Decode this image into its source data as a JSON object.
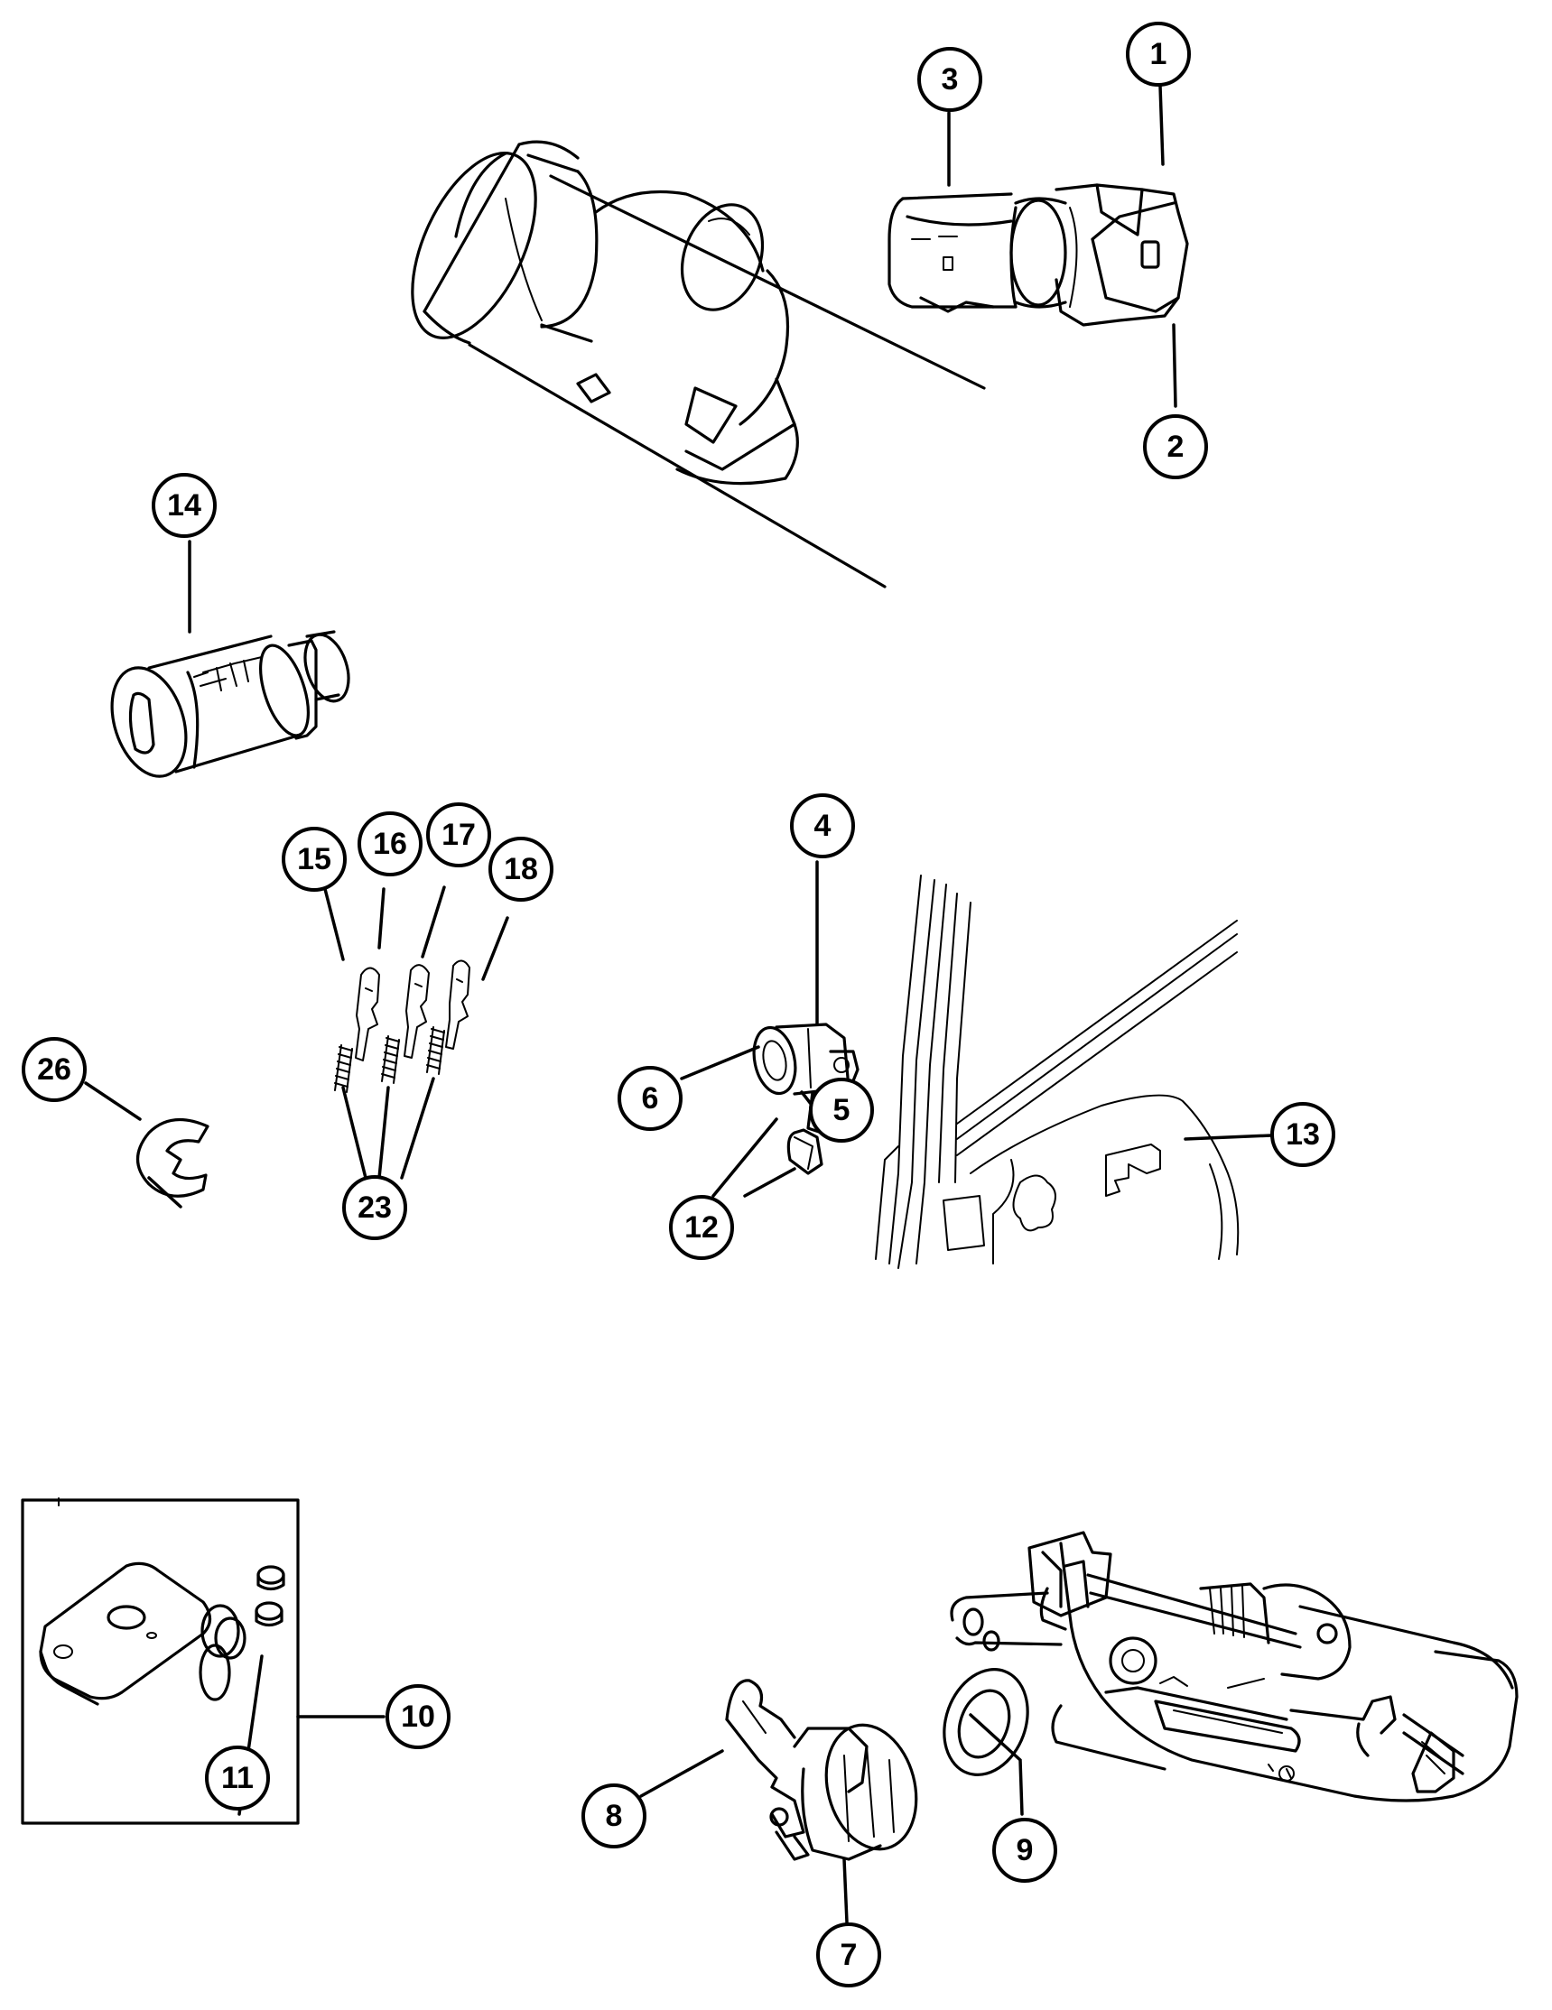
{
  "callouts": {
    "c1": "1",
    "c2": "2",
    "c3": "3",
    "c4": "4",
    "c5": "5",
    "c6": "6",
    "c7": "7",
    "c8": "8",
    "c9": "9",
    "c10": "10",
    "c11": "11",
    "c12": "12",
    "c13": "13",
    "c14": "14",
    "c15": "15",
    "c16": "16",
    "c17": "17",
    "c18": "18",
    "c23": "23",
    "c26": "26"
  }
}
